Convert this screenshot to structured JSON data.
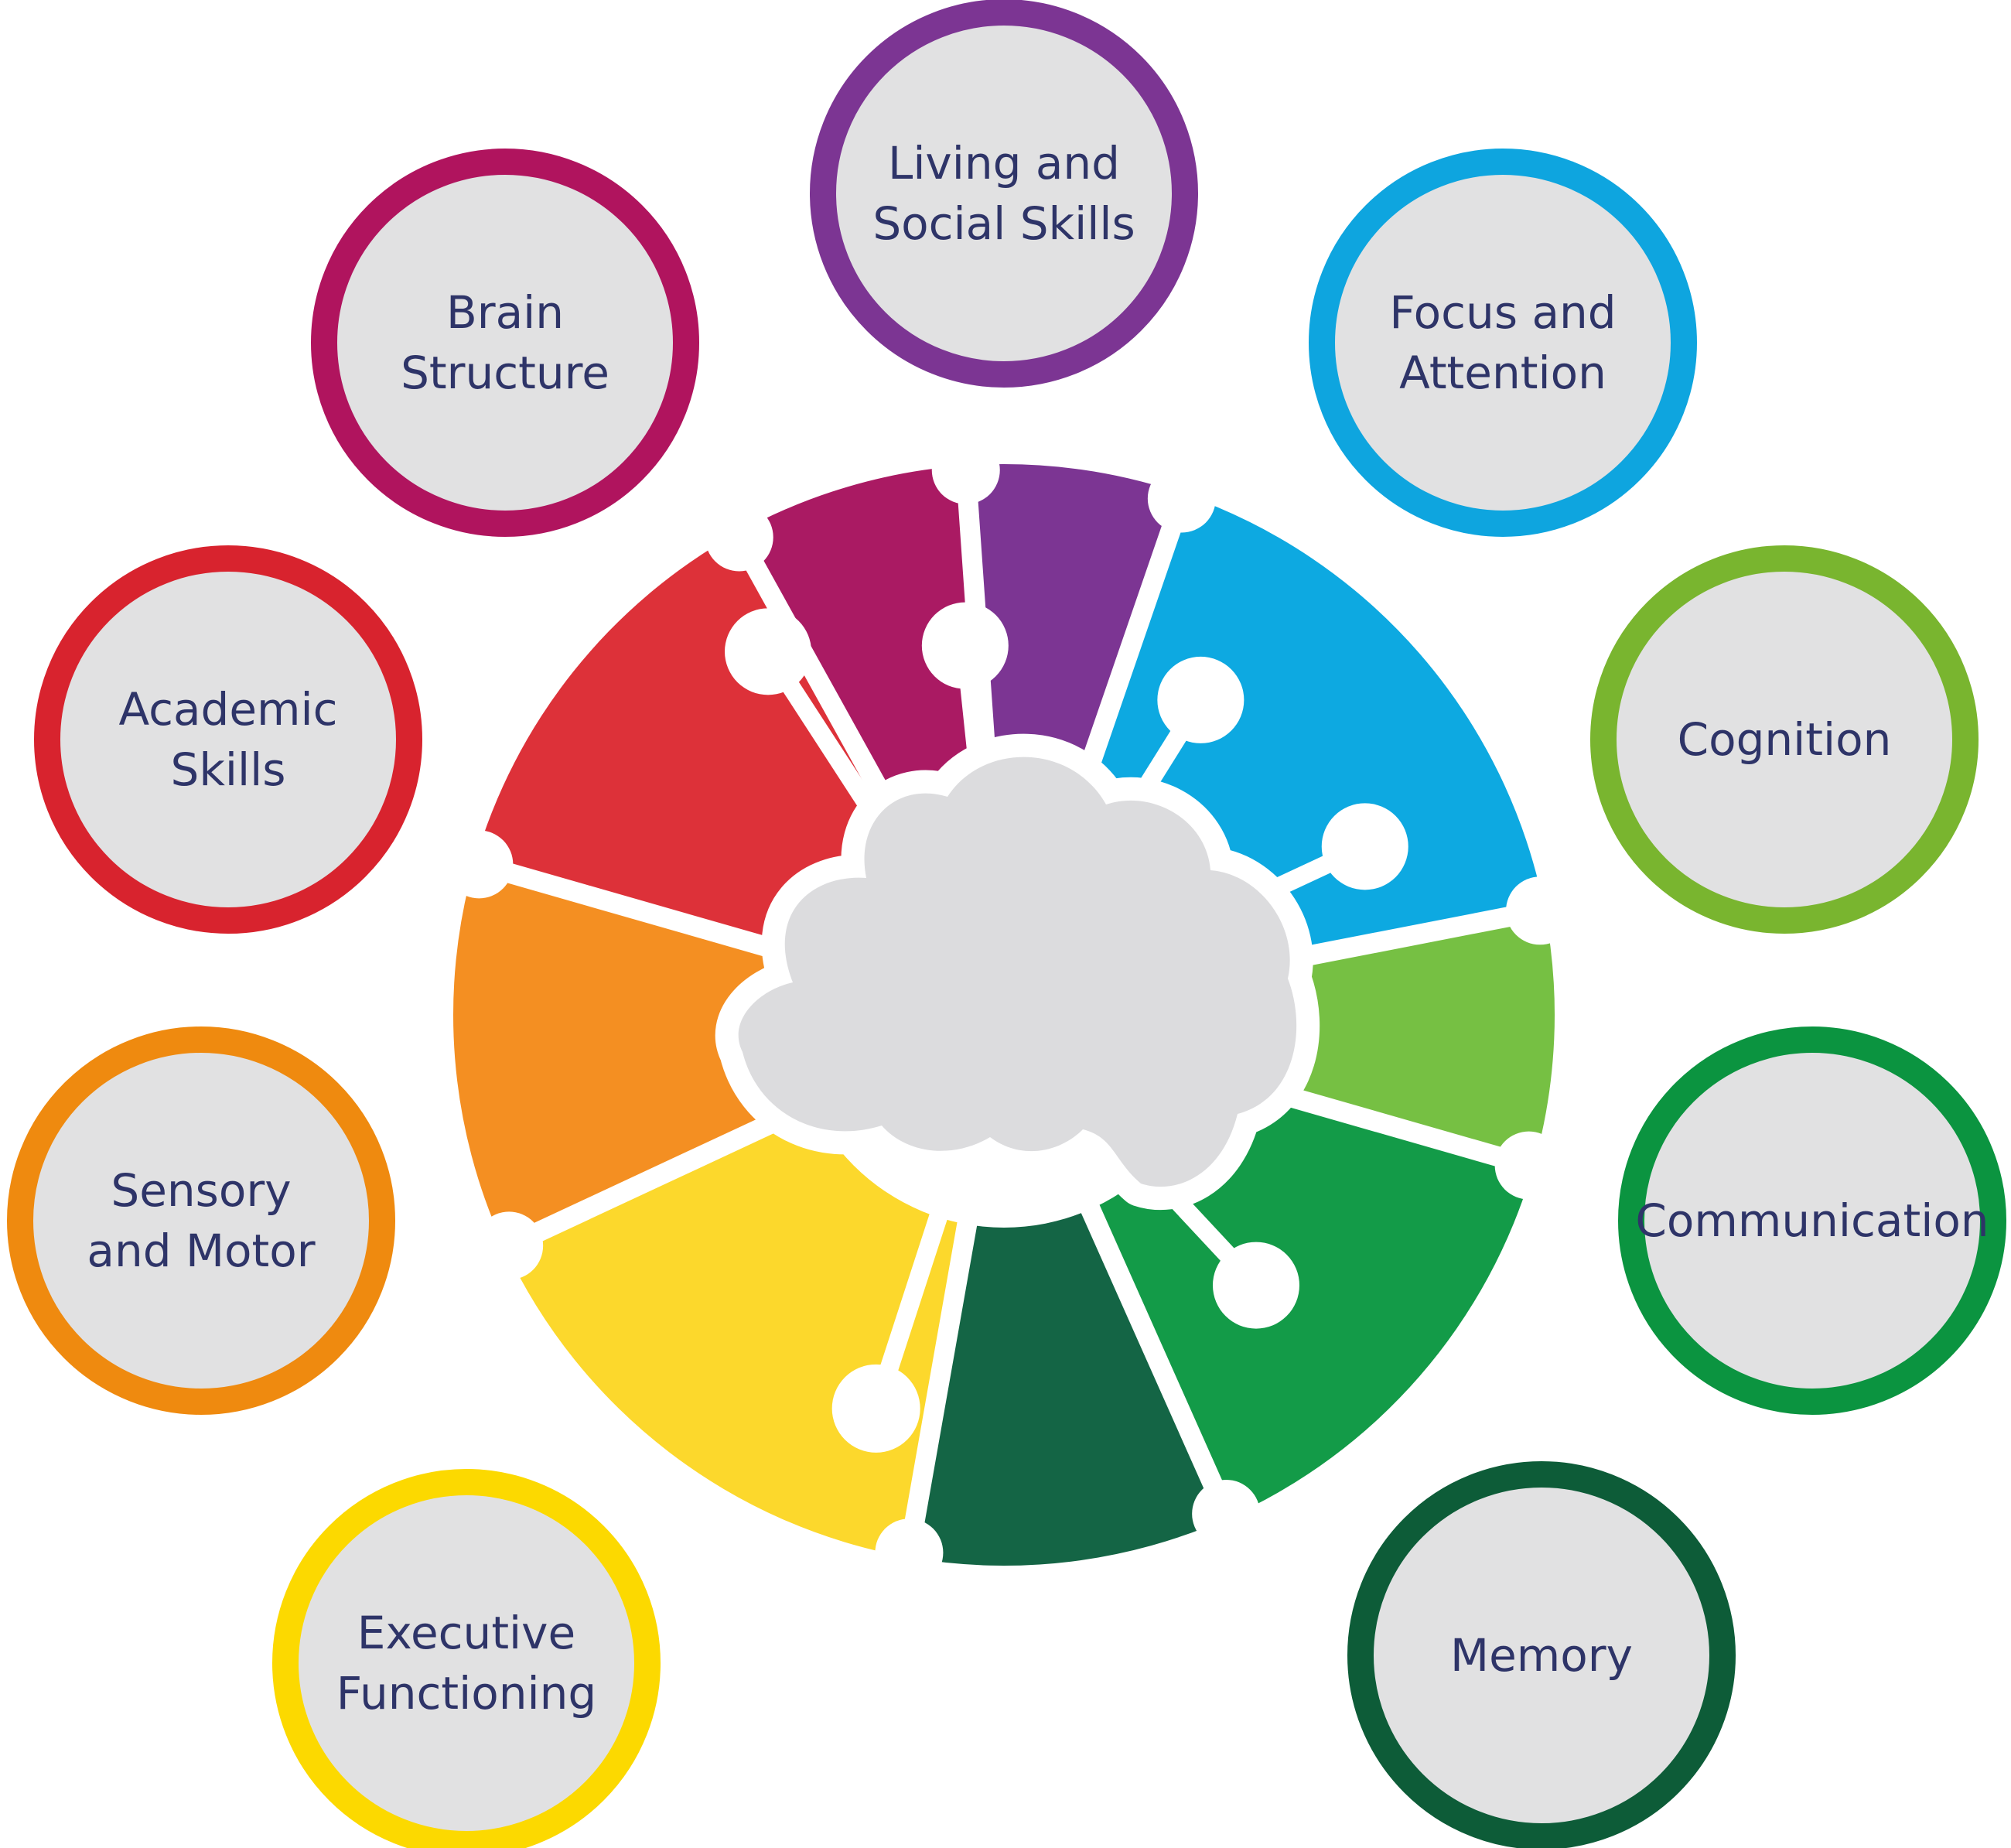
{
  "diagram": {
    "hub": {
      "icon": "brain-cloud-icon",
      "cloud_color": "#dcdcde"
    },
    "segments": [
      {
        "key": "academic",
        "color": "#dd3139"
      },
      {
        "key": "brain",
        "color": "#aa1a63"
      },
      {
        "key": "living",
        "color": "#7c3593"
      },
      {
        "key": "focus",
        "color": "#0da9e1"
      },
      {
        "key": "cognition",
        "color": "#76c043"
      },
      {
        "key": "communication",
        "color": "#139b48"
      },
      {
        "key": "memory",
        "color": "#146545"
      },
      {
        "key": "executive",
        "color": "#fcd82c"
      },
      {
        "key": "sensory",
        "color": "#f48f22"
      }
    ],
    "nodes": [
      {
        "key": "living",
        "lines": [
          "Living and",
          "Social Skills"
        ],
        "ring_color": "#7c3593"
      },
      {
        "key": "brain",
        "lines": [
          "Brain",
          "Structure"
        ],
        "ring_color": "#b0145e"
      },
      {
        "key": "focus",
        "lines": [
          "Focus and",
          "Attention"
        ],
        "ring_color": "#0ea5df"
      },
      {
        "key": "academic",
        "lines": [
          "Academic",
          "Skills"
        ],
        "ring_color": "#d8232e"
      },
      {
        "key": "cognition",
        "lines": [
          "Cognition"
        ],
        "ring_color": "#79b52f"
      },
      {
        "key": "sensory",
        "lines": [
          "Sensory",
          "and Motor"
        ],
        "ring_color": "#ef8a0f"
      },
      {
        "key": "communication",
        "lines": [
          "Communication"
        ],
        "ring_color": "#0b9440"
      },
      {
        "key": "executive",
        "lines": [
          "Executive",
          "Functioning"
        ],
        "ring_color": "#fcd900"
      },
      {
        "key": "memory",
        "lines": [
          "Memory"
        ],
        "ring_color": "#0d5c38"
      }
    ],
    "node_fill": "#e1e1e2",
    "text_color": "#2e3468"
  }
}
